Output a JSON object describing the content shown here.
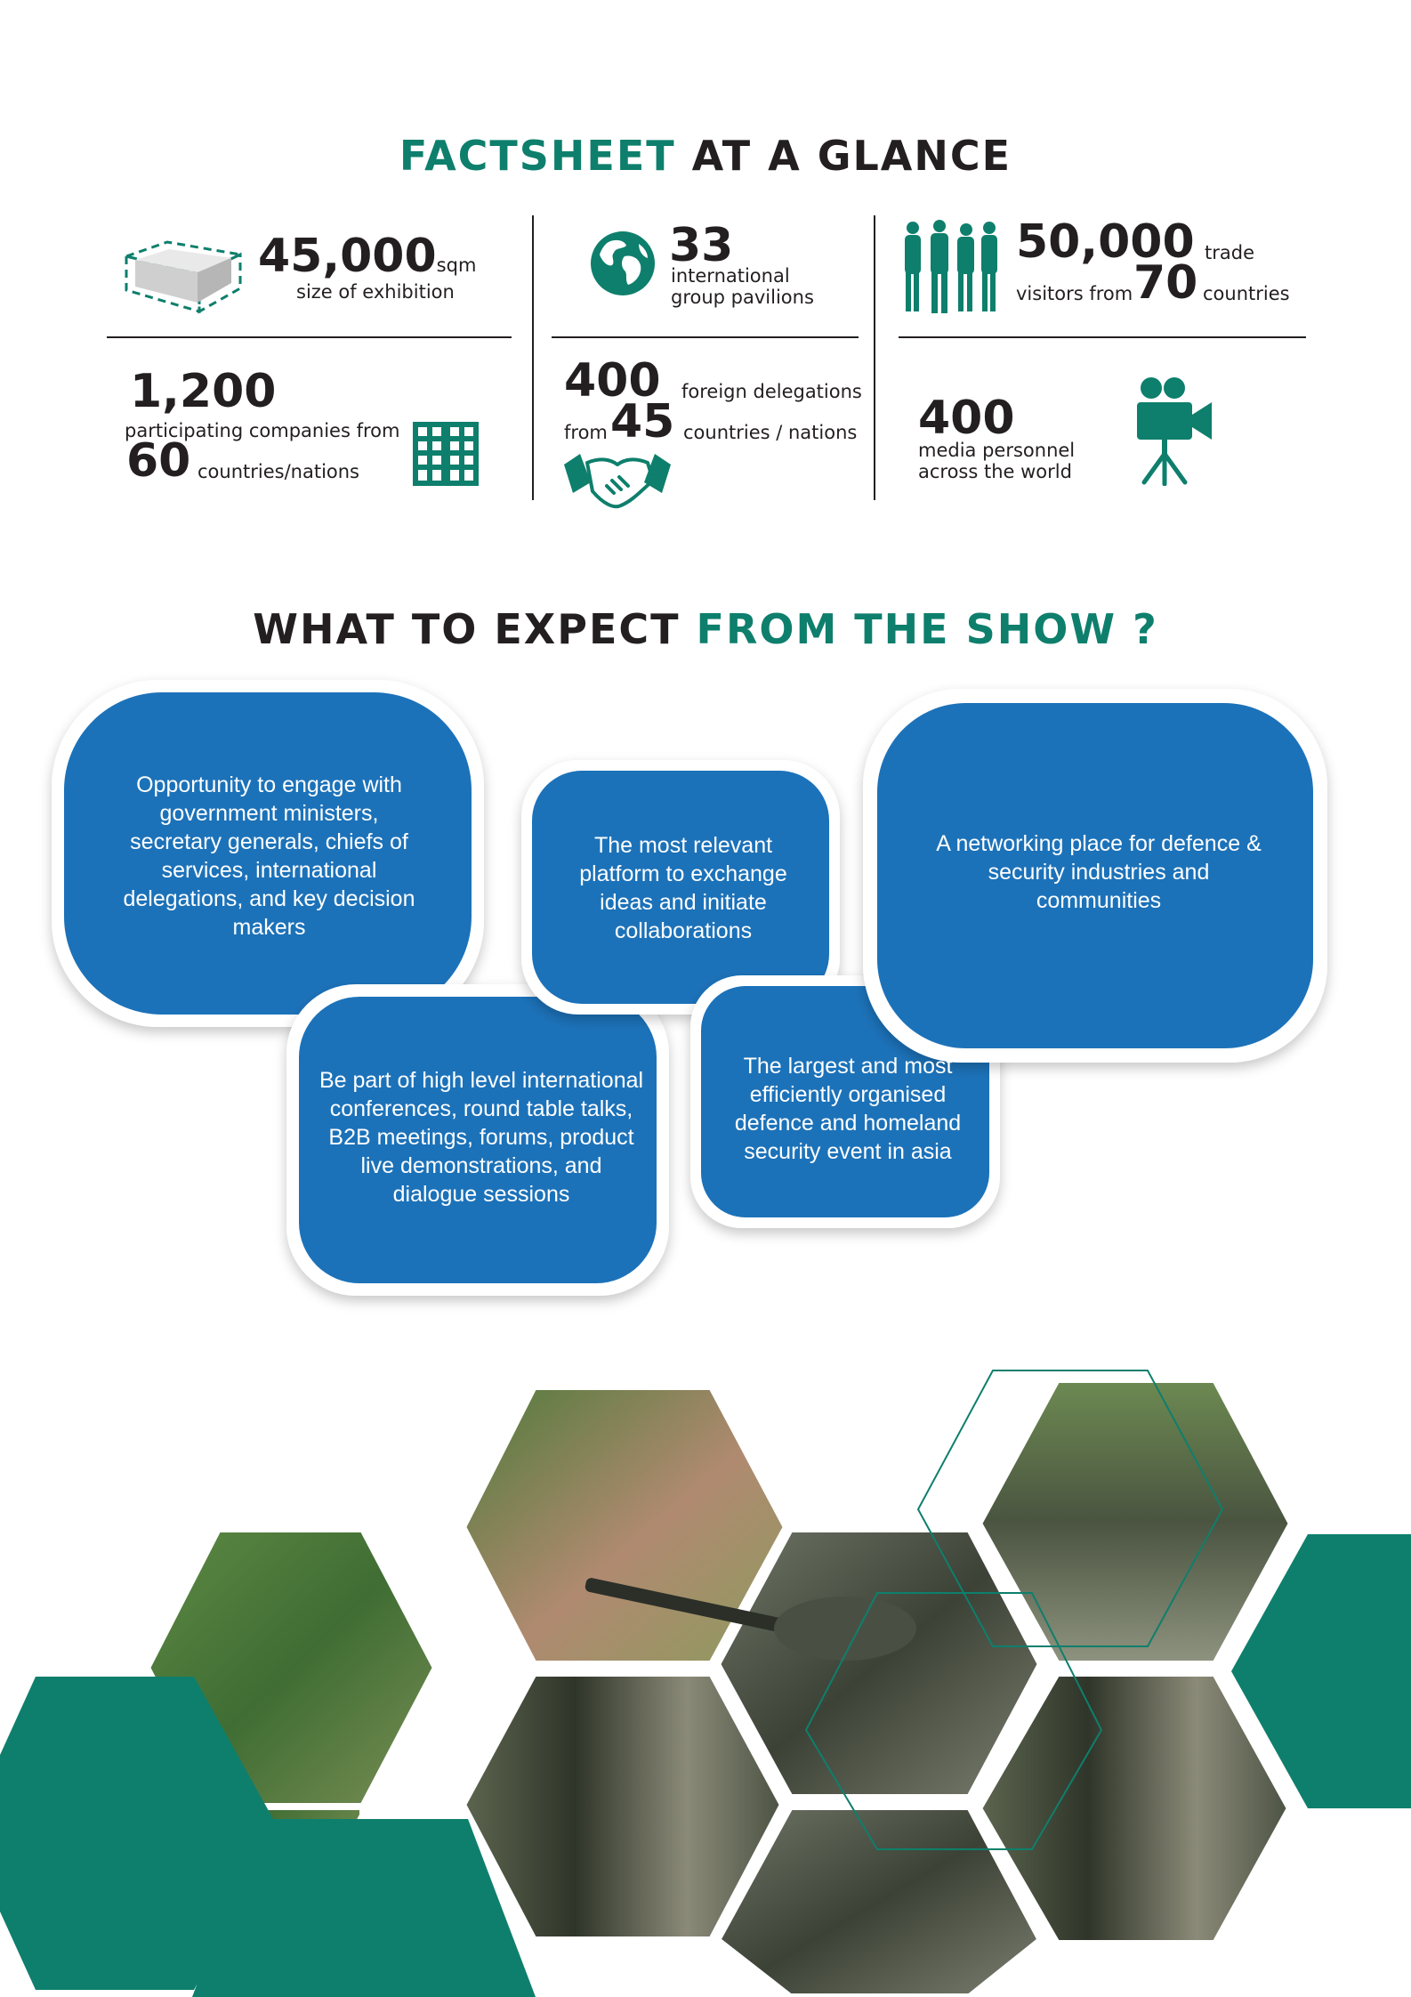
{
  "factsheet": {
    "heading_accent": "FACTSHEET",
    "heading_rest": "AT A GLANCE",
    "exhibition": {
      "value": "45,000",
      "unit": "sqm",
      "label": "size of exhibition",
      "icon": "floor-area-icon"
    },
    "pavilions": {
      "value": "33",
      "label_line1": "international",
      "label_line2": "group pavilions",
      "icon": "globe-icon"
    },
    "visitors": {
      "value": "50,000",
      "label_trade": "trade",
      "label_from": "visitors from",
      "countries_value": "70",
      "countries_label": "countries",
      "icon": "people-icon"
    },
    "companies": {
      "value": "1,200",
      "label": "participating companies from",
      "countries_value": "60",
      "countries_label": "countries/nations",
      "icon": "building-icon"
    },
    "delegations": {
      "value": "400",
      "label": "foreign delegations",
      "from": "from",
      "countries_value": "45",
      "countries_label": "countries / nations",
      "icon": "handshake-icon"
    },
    "media": {
      "value": "400",
      "label_line1": "media personnel",
      "label_line2": "across the world",
      "icon": "video-camera-icon"
    }
  },
  "expect": {
    "heading_dark": "WHAT TO EXPECT",
    "heading_accent": "FROM THE SHOW ?",
    "bubbles": [
      "Opportunity to engage with government ministers, secretary generals, chiefs of services, international delegations, and key decision makers",
      "The most relevant platform to exchange ideas and initiate collaborations",
      "A networking place for defence & security industries and communities",
      "Be part of high level international conferences, round table talks, B2B meetings, forums, product live demonstrations, and dialogue sessions",
      "The largest and most efficiently organised defence and homeland security event in asia"
    ]
  },
  "colors": {
    "accent_green": "#0e7f6c",
    "bubble_blue": "#1b72b9",
    "text_dark": "#231f20"
  }
}
